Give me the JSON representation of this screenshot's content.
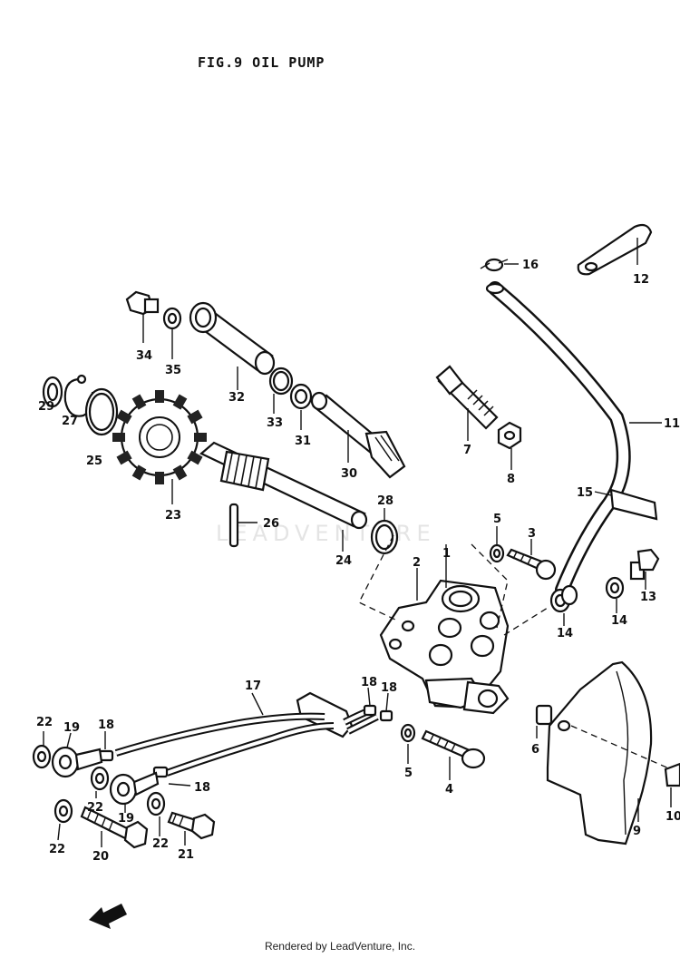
{
  "diagram": {
    "title": "FIG.9  OIL PUMP",
    "footer": "Rendered by LeadVenture, Inc.",
    "watermark": "LEADVENTURE"
  },
  "callouts": [
    {
      "id": "c1",
      "text": "1"
    },
    {
      "id": "c2",
      "text": "2"
    },
    {
      "id": "c3",
      "text": "3"
    },
    {
      "id": "c4",
      "text": "4"
    },
    {
      "id": "c5a",
      "text": "5"
    },
    {
      "id": "c5b",
      "text": "5"
    },
    {
      "id": "c6",
      "text": "6"
    },
    {
      "id": "c7",
      "text": "7"
    },
    {
      "id": "c8",
      "text": "8"
    },
    {
      "id": "c9",
      "text": "9"
    },
    {
      "id": "c10",
      "text": "10"
    },
    {
      "id": "c11",
      "text": "11"
    },
    {
      "id": "c12",
      "text": "12"
    },
    {
      "id": "c13",
      "text": "13"
    },
    {
      "id": "c14a",
      "text": "14"
    },
    {
      "id": "c14b",
      "text": "14"
    },
    {
      "id": "c15",
      "text": "15"
    },
    {
      "id": "c16",
      "text": "16"
    },
    {
      "id": "c17",
      "text": "17"
    },
    {
      "id": "c18a",
      "text": "18"
    },
    {
      "id": "c18b",
      "text": "18"
    },
    {
      "id": "c18c",
      "text": "18"
    },
    {
      "id": "c18d",
      "text": "18"
    },
    {
      "id": "c19a",
      "text": "19"
    },
    {
      "id": "c19b",
      "text": "19"
    },
    {
      "id": "c20",
      "text": "20"
    },
    {
      "id": "c21",
      "text": "21"
    },
    {
      "id": "c22a",
      "text": "22"
    },
    {
      "id": "c22b",
      "text": "22"
    },
    {
      "id": "c22c",
      "text": "22"
    },
    {
      "id": "c22d",
      "text": "22"
    },
    {
      "id": "c23",
      "text": "23"
    },
    {
      "id": "c24",
      "text": "24"
    },
    {
      "id": "c25",
      "text": "25"
    },
    {
      "id": "c26",
      "text": "26"
    },
    {
      "id": "c27",
      "text": "27"
    },
    {
      "id": "c28",
      "text": "28"
    },
    {
      "id": "c29",
      "text": "29"
    },
    {
      "id": "c30",
      "text": "30"
    },
    {
      "id": "c31",
      "text": "31"
    },
    {
      "id": "c32",
      "text": "32"
    },
    {
      "id": "c33",
      "text": "33"
    },
    {
      "id": "c34",
      "text": "34"
    },
    {
      "id": "c35",
      "text": "35"
    }
  ]
}
